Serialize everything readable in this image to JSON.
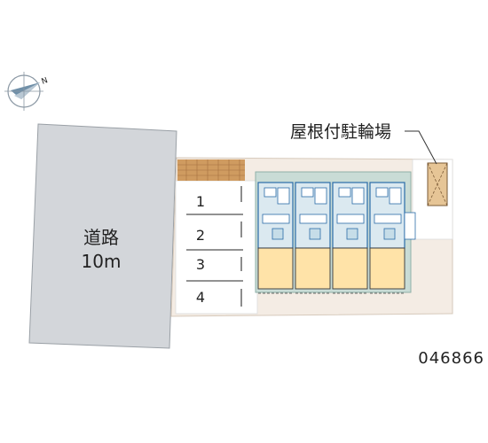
{
  "road": {
    "name": "道路",
    "width": "10m"
  },
  "bike_parking": {
    "label": "屋根付駐輪場"
  },
  "parking": {
    "spaces": [
      "1",
      "2",
      "3",
      "4"
    ]
  },
  "building": {
    "units": 4
  },
  "property_id": "046866",
  "compass": {
    "label": "N"
  },
  "colors": {
    "road": "#d3d6da",
    "lot": "#f4ece4",
    "unit_room": "#ffe3a8",
    "unit_wet": "#c6dde8",
    "accent_blue": "#2a6ca8",
    "brick": "#cf9b60"
  }
}
